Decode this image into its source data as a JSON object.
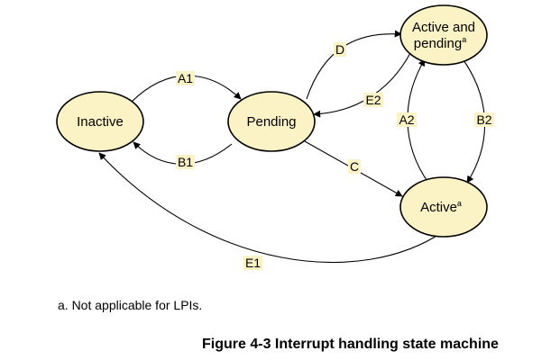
{
  "diagram": {
    "states": {
      "inactive": "Inactive",
      "pending": "Pending",
      "active_pending": {
        "line1": "Active and",
        "line2": "pending",
        "sup": "a"
      },
      "active": {
        "text": "Active",
        "sup": "a"
      }
    },
    "transitions": {
      "a1": "A1",
      "b1": "B1",
      "c": "C",
      "d": "D",
      "e2": "E2",
      "a2": "A2",
      "b2": "B2",
      "e1": "E1"
    }
  },
  "footnote": "a. Not applicable for LPIs.",
  "caption": "Figure 4-3 Interrupt handling state machine"
}
